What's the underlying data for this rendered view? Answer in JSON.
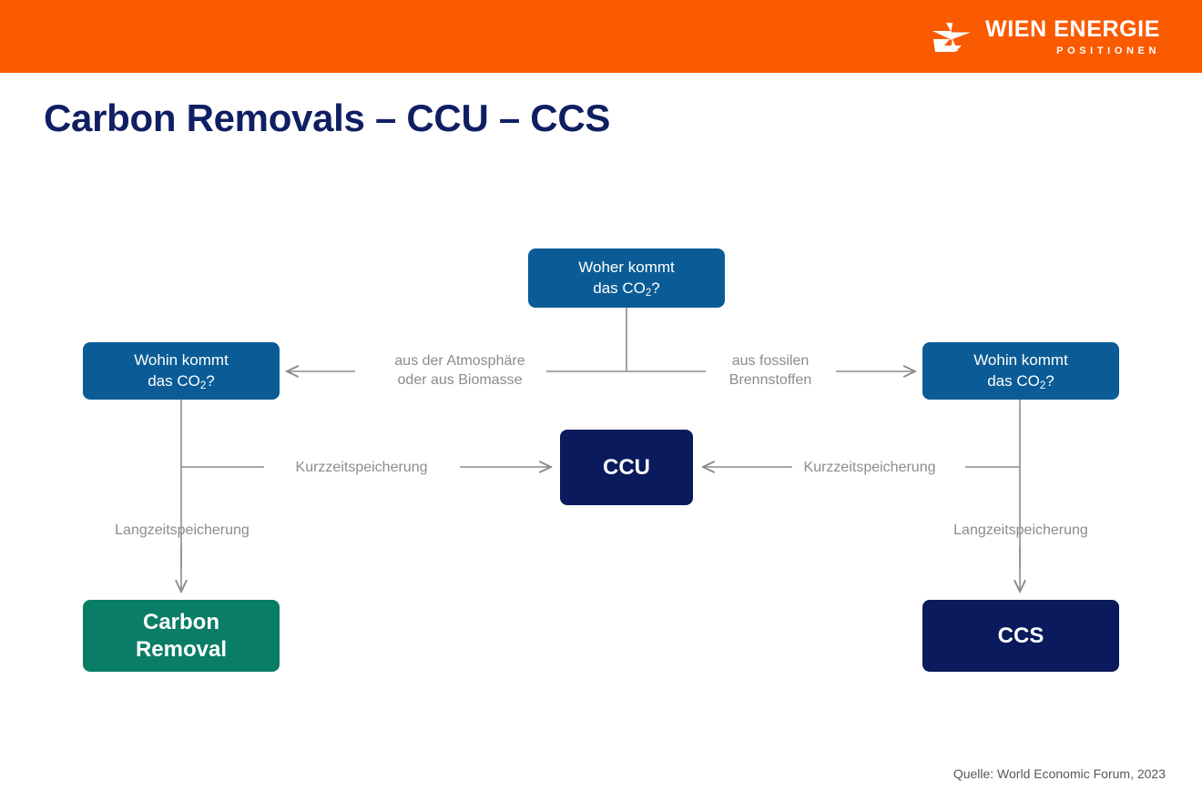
{
  "header": {
    "brand_main": "WIEN ENERGIE",
    "brand_sub": "POSITIONEN",
    "logo_icon": "lightning-bolt-mark",
    "background_color": "#fa5a00"
  },
  "page_title": "Carbon Removals – CCU – CCS",
  "colors": {
    "orange": "#fa5a00",
    "navy_title": "#101f63",
    "box_blue": "#0b5c96",
    "box_navy": "#0a1a5c",
    "box_teal": "#0a7d67",
    "connector_gray": "#8c8c8c"
  },
  "diagram": {
    "type": "flowchart",
    "nodes": [
      {
        "id": "source",
        "label_line1": "Woher kommt",
        "label_line2_pre": "das CO",
        "label_sub": "2",
        "label_line2_post": "?",
        "style": "blue"
      },
      {
        "id": "dest_left",
        "label_line1": "Wohin kommt",
        "label_line2_pre": "das CO",
        "label_sub": "2",
        "label_line2_post": "?",
        "style": "blue"
      },
      {
        "id": "dest_right",
        "label_line1": "Wohin kommt",
        "label_line2_pre": "das CO",
        "label_sub": "2",
        "label_line2_post": "?",
        "style": "blue"
      },
      {
        "id": "ccu",
        "label": "CCU",
        "style": "navy"
      },
      {
        "id": "carbon_removal",
        "label_line1": "Carbon",
        "label_line2": "Removal",
        "style": "teal"
      },
      {
        "id": "ccs",
        "label": "CCS",
        "style": "navy"
      }
    ],
    "edge_labels": {
      "atmosphere": "aus der Atmosphäre\noder aus Biomasse",
      "fossil": "aus fossilen\nBrennstoffen",
      "short_term_left": "Kurzzeitspeicherung",
      "short_term_right": "Kurzzeitspeicherung",
      "long_term_left": "Langzeitspeicherung",
      "long_term_right": "Langzeitspeicherung"
    }
  },
  "source_note": "Quelle: World Economic Forum, 2023"
}
